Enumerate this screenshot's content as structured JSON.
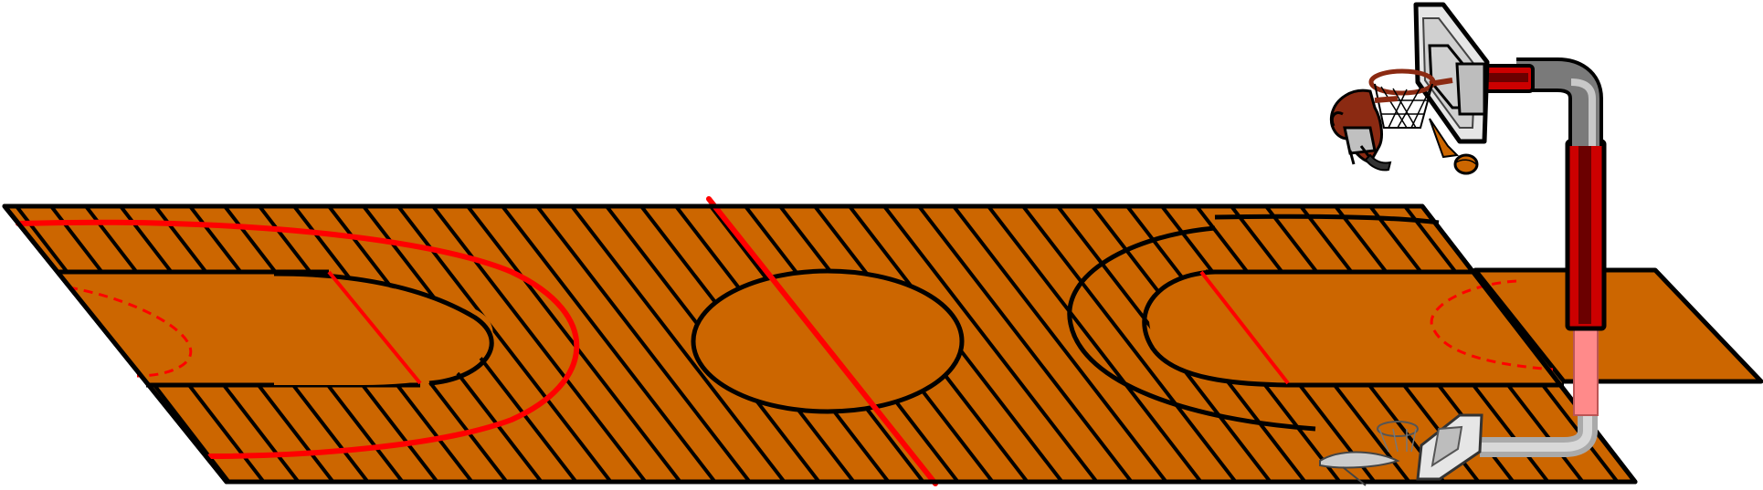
{
  "scene": {
    "background": "#ffffff",
    "court_fill": "#cc6600",
    "court_outline": "#000000",
    "line_red": "#ff0000",
    "pole_dark": "#7a7a7a",
    "pole_light": "#c8c8c8",
    "pole_red": "#cc0000",
    "pole_red_dark": "#6b0000",
    "pole_pink": "#ff8a8a",
    "backboard_fill": "#e6e6e6",
    "figure_colors": [
      "#8b2a12",
      "#c0c0c0",
      "#ffffff",
      "#333333"
    ],
    "icons": [
      "basketball-court",
      "basketball-hoop",
      "basketball-player",
      "basketball",
      "hoop-shadow"
    ]
  }
}
